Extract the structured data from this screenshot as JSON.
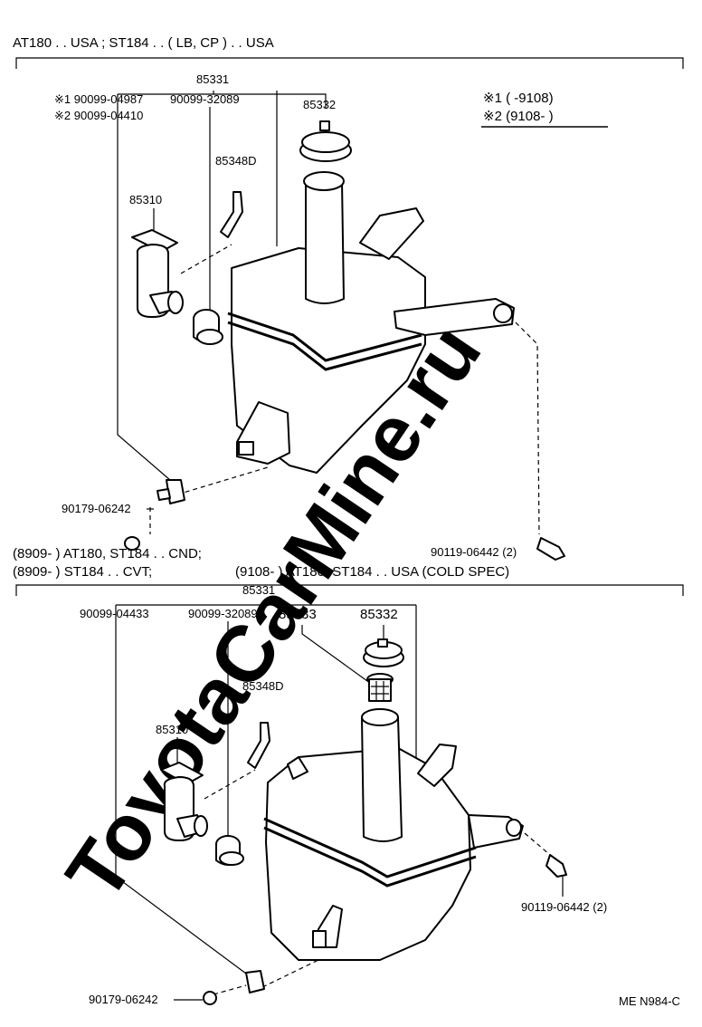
{
  "watermark": "ToyotaCarMine.ru",
  "section1": {
    "header": "AT180 . . USA ; ST184 . . ( LB, CP ) . . USA",
    "assembly": "85331",
    "note1_part": "※1 90099-04987",
    "note2_part": "※2 90099-04410",
    "grommet": "90099-32089",
    "cap": "85332",
    "hose": "85348D",
    "pump": "85310",
    "nut": "90179-06242",
    "bolt": "90119-06442 (2)",
    "legend1": "※1 (          -9108)",
    "legend2": "※2 (9108-          )"
  },
  "section2": {
    "cond1": "(8909-          ) AT180, ST184 . . CND;",
    "cond2a": "(8909-          ) ST184 . . CVT;",
    "cond2b": "(9108-          ) AT180, ST184 . . USA (COLD SPEC)",
    "assembly": "85331",
    "pump_bracket": "90099-04433",
    "grommet": "90099-32089",
    "strainer": "85333",
    "cap": "85332",
    "hose": "85348D",
    "pump": "85310",
    "bolt": "90119-06442 (2)",
    "nut": "90179-06242"
  },
  "footer_code": "ME  N984-C"
}
